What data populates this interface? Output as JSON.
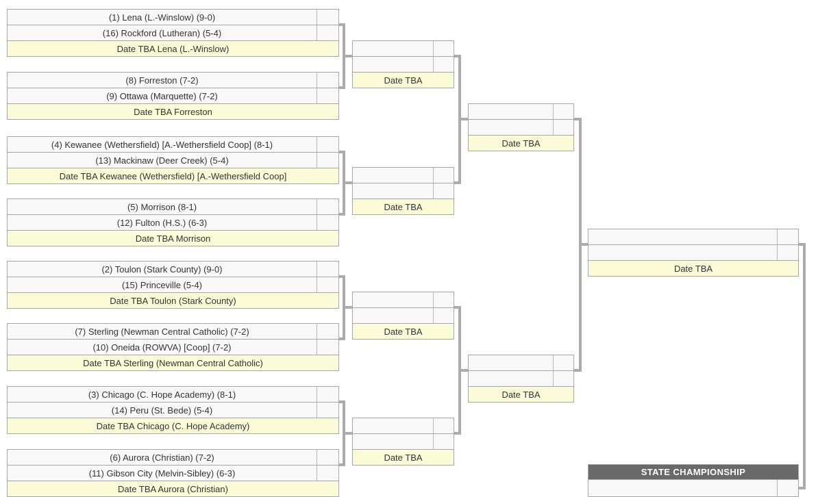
{
  "colors": {
    "team_row_bg": "#f8f8f8",
    "date_row_bg": "#fcfbd7",
    "border": "#a6a6a6",
    "connector": "#ababab",
    "header_bg": "#696969",
    "header_text": "#ffffff",
    "text": "#333333"
  },
  "round1": [
    {
      "team1": "(1) Lena (L.-Winslow) (9-0)",
      "score1": "",
      "team2": "(16) Rockford (Lutheran) (5-4)",
      "score2": "",
      "date": "Date TBA Lena (L.-Winslow)"
    },
    {
      "team1": "(8) Forreston (7-2)",
      "score1": "",
      "team2": "(9) Ottawa (Marquette) (7-2)",
      "score2": "",
      "date": "Date TBA Forreston"
    },
    {
      "team1": "(4) Kewanee (Wethersfield) [A.-Wethersfield Coop] (8-1)",
      "score1": "",
      "team2": "(13) Mackinaw (Deer Creek) (5-4)",
      "score2": "",
      "date": "Date TBA Kewanee (Wethersfield) [A.-Wethersfield Coop]"
    },
    {
      "team1": "(5) Morrison (8-1)",
      "score1": "",
      "team2": "(12) Fulton (H.S.) (6-3)",
      "score2": "",
      "date": "Date TBA Morrison"
    },
    {
      "team1": "(2) Toulon (Stark County) (9-0)",
      "score1": "",
      "team2": "(15) Princeville (5-4)",
      "score2": "",
      "date": "Date TBA Toulon (Stark County)"
    },
    {
      "team1": "(7) Sterling (Newman Central Catholic) (7-2)",
      "score1": "",
      "team2": "(10) Oneida (ROWVA) [Coop] (7-2)",
      "score2": "",
      "date": "Date TBA Sterling (Newman Central Catholic)"
    },
    {
      "team1": "(3) Chicago (C. Hope Academy) (8-1)",
      "score1": "",
      "team2": "(14) Peru (St. Bede) (5-4)",
      "score2": "",
      "date": "Date TBA Chicago (C. Hope Academy)"
    },
    {
      "team1": "(6) Aurora (Christian) (7-2)",
      "score1": "",
      "team2": "(11) Gibson City (Melvin-Sibley) (6-3)",
      "score2": "",
      "date": "Date TBA Aurora (Christian)"
    }
  ],
  "round2": [
    {
      "team1": "",
      "score1": "",
      "team2": "",
      "score2": "",
      "date": "Date TBA"
    },
    {
      "team1": "",
      "score1": "",
      "team2": "",
      "score2": "",
      "date": "Date TBA"
    },
    {
      "team1": "",
      "score1": "",
      "team2": "",
      "score2": "",
      "date": "Date TBA"
    },
    {
      "team1": "",
      "score1": "",
      "team2": "",
      "score2": "",
      "date": "Date TBA"
    }
  ],
  "round3": [
    {
      "team1": "",
      "score1": "",
      "team2": "",
      "score2": "",
      "date": "Date TBA"
    },
    {
      "team1": "",
      "score1": "",
      "team2": "",
      "score2": "",
      "date": "Date TBA"
    }
  ],
  "final": {
    "team1": "",
    "score1": "",
    "team2": "",
    "score2": "",
    "date": "Date TBA"
  },
  "championship": {
    "header": "STATE CHAMPIONSHIP",
    "team": "",
    "score": ""
  }
}
